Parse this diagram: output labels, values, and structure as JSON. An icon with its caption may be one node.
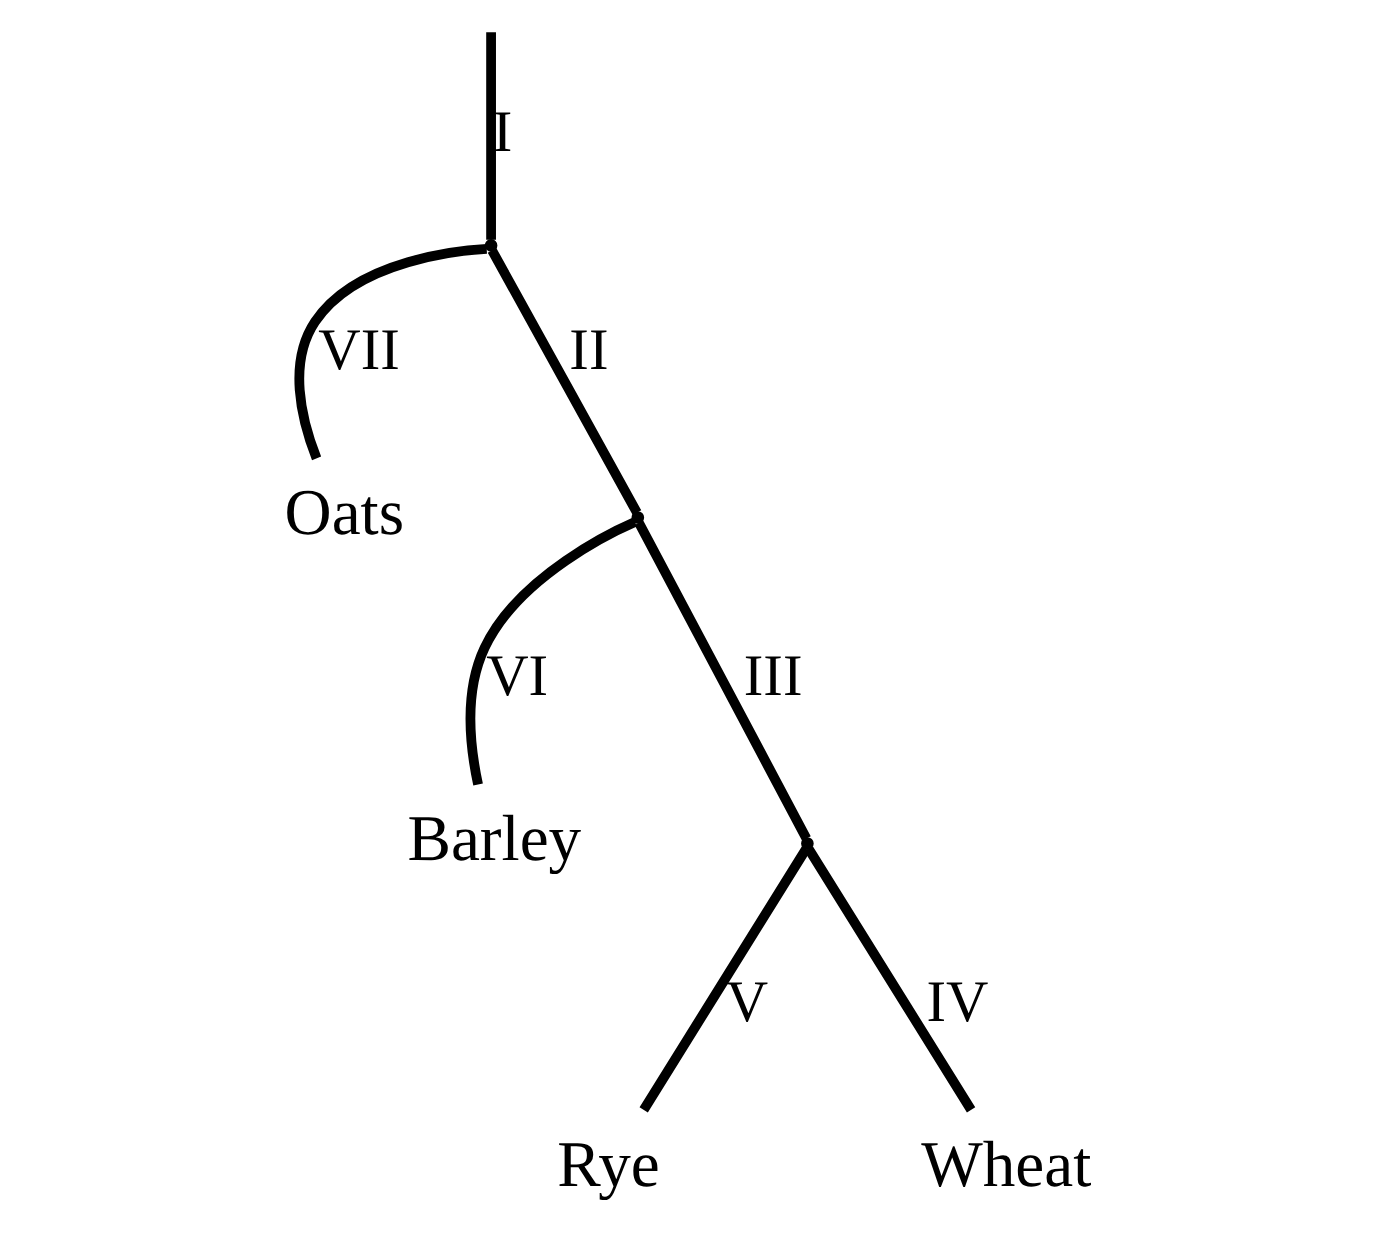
{
  "diagram": {
    "nodes": [
      {
        "text": [],
        "shape": "point"
      },
      {
        "text": [
          "Oats"
        ]
      },
      {
        "text": [
          "Barley"
        ]
      },
      {
        "text": [],
        "shape": "point"
      },
      {
        "text": [],
        "shape": "point"
      },
      {
        "text": [
          "Rye"
        ]
      },
      {
        "text": [
          "Wheat"
        ]
      }
    ],
    "edges": [
      {
        "from": null,
        "to": 0,
        "arrow": "none",
        "label": "I"
      },
      {
        "from": 0,
        "to": 1,
        "arrow": "none",
        "label": "VII"
      },
      {
        "from": 0,
        "to": 3,
        "arrow": "none",
        "label": "II"
      },
      {
        "from": 3,
        "to": 2,
        "arrow": "none",
        "label": "VI"
      },
      {
        "from": 3,
        "to": 4,
        "arrow": "none",
        "label": "III"
      },
      {
        "from": 4,
        "to": 5,
        "arrow": "none",
        "label": "V"
      },
      {
        "from": 4,
        "to": 6,
        "arrow": "none",
        "label": "IV"
      }
    ]
  }
}
